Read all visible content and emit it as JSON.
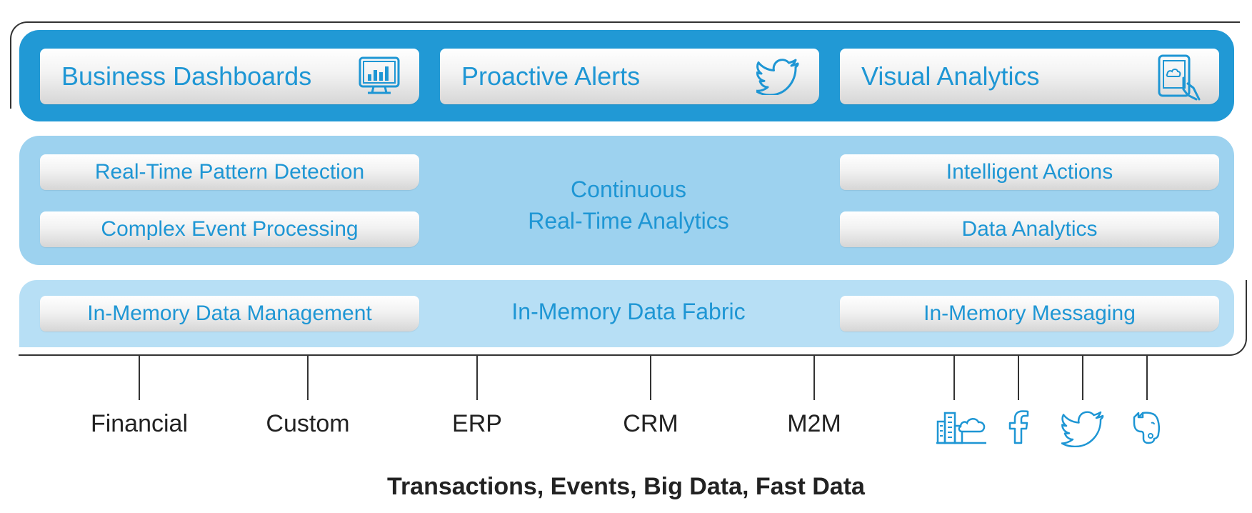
{
  "presentation": {
    "buttons": [
      {
        "label": "Business Dashboards",
        "icon": "monitor-chart-icon"
      },
      {
        "label": "Proactive Alerts",
        "icon": "twitter-bird-icon"
      },
      {
        "label": "Visual Analytics",
        "icon": "tablet-touch-icon"
      }
    ]
  },
  "analytics": {
    "left": [
      "Real-Time Pattern Detection",
      "Complex Event Processing"
    ],
    "center_line1": "Continuous",
    "center_line2": "Real-Time Analytics",
    "right": [
      "Intelligent Actions",
      "Data Analytics"
    ]
  },
  "fabric": {
    "left": "In-Memory Data Management",
    "center": "In-Memory Data Fabric",
    "right": "In-Memory Messaging"
  },
  "sources": {
    "labels": [
      "Financial",
      "Custom",
      "ERP",
      "CRM",
      "M2M"
    ],
    "icons": [
      "building-cloud-icon",
      "facebook-icon",
      "twitter-icon",
      "evernote-icon"
    ]
  },
  "footer": "Transactions, Events, Big Data, Fast Data",
  "colors": {
    "dark_blue": "#2199d5",
    "mid_blue": "#9dd2ef",
    "light_blue": "#b7dff5",
    "text_blue": "#1e96d4"
  }
}
